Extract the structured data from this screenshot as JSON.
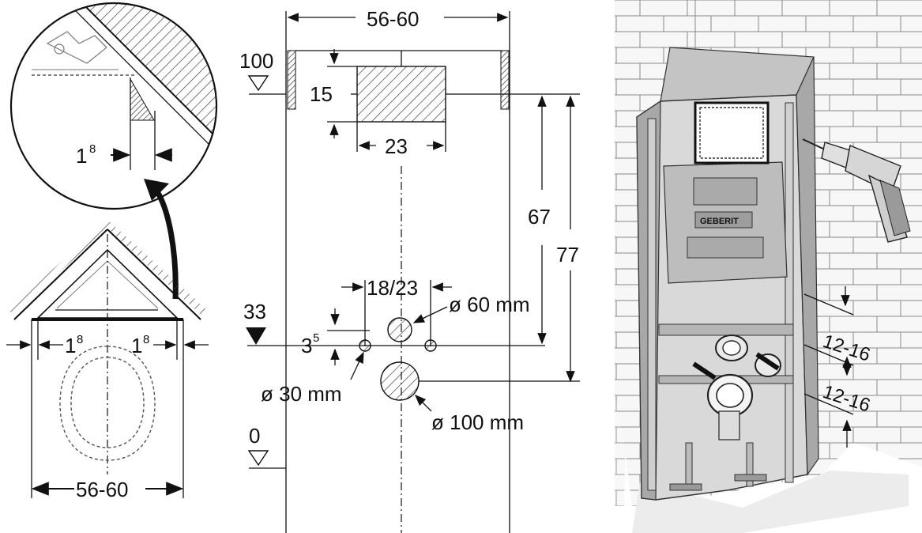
{
  "detail_view": {
    "gap_value": "1",
    "gap_sup": "8"
  },
  "plan_view": {
    "gap_left_value": "1",
    "gap_left_sup": "8",
    "gap_right_value": "1",
    "gap_right_sup": "8",
    "width_label": "56-60"
  },
  "elevation": {
    "width_label": "56-60",
    "top_level": "100",
    "box_height": "15",
    "box_width": "23",
    "height_67": "67",
    "height_77": "77",
    "pipe_spacing": "18/23",
    "level_33": "33",
    "offset_value": "3",
    "offset_sup": "5",
    "dia_60": "ø 60 mm",
    "dia_30": "ø 30 mm",
    "dia_100": "ø 100 mm",
    "floor_level": "0"
  },
  "install_view": {
    "spacing_upper": "12-16",
    "spacing_lower": "12-16",
    "brand_mark": "GEBERIT"
  }
}
